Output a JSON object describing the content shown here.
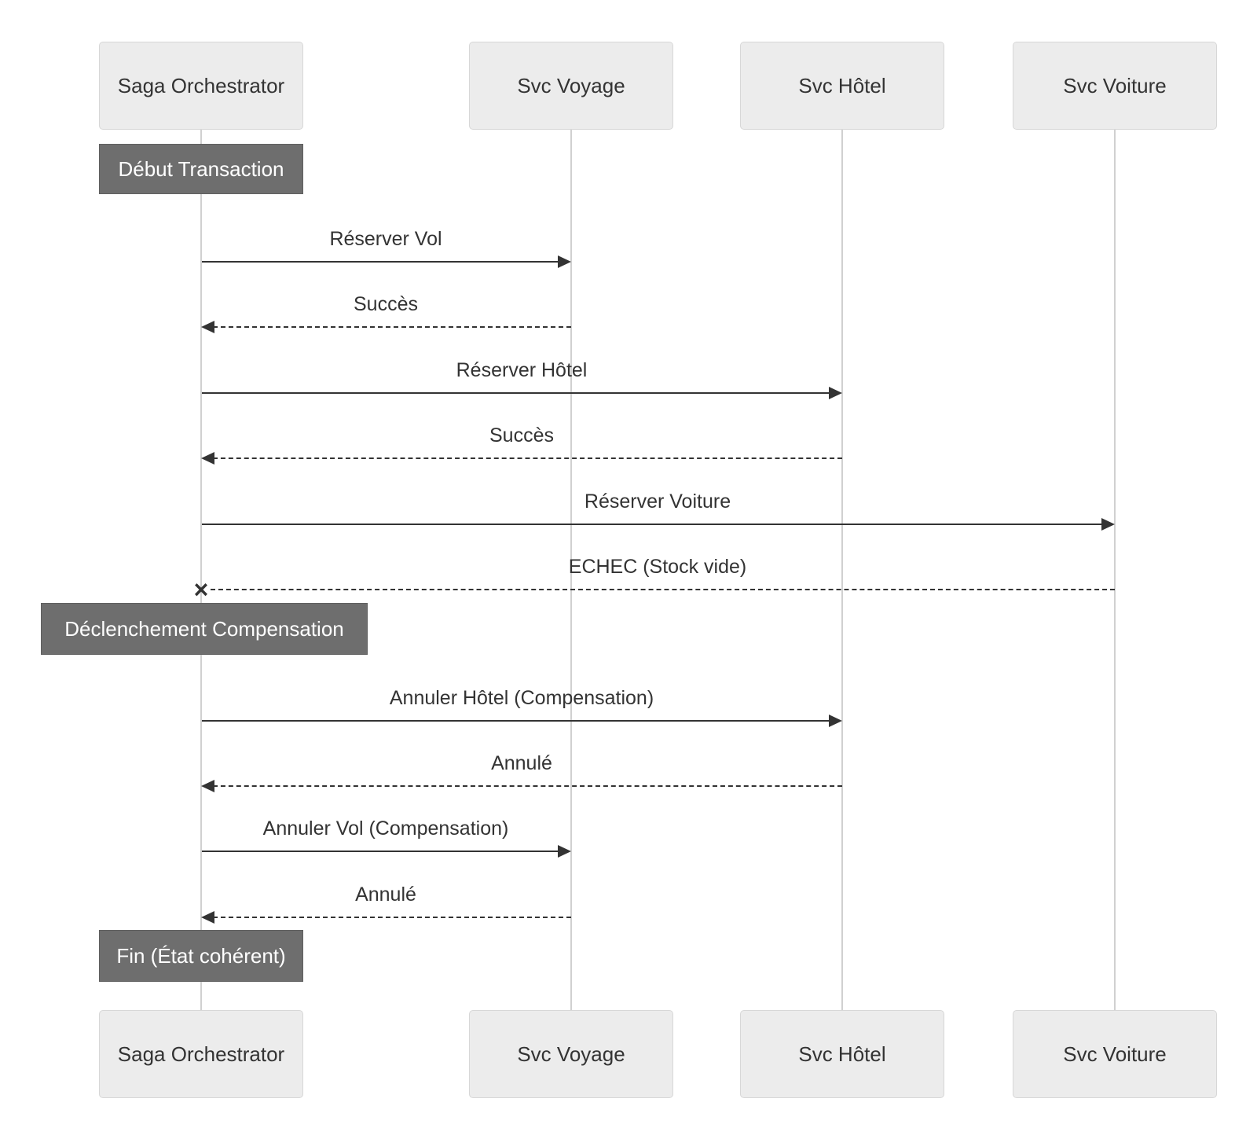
{
  "diagram": {
    "kind": "sequence-diagram",
    "participants": [
      {
        "label": "Saga Orchestrator"
      },
      {
        "label": "Svc Voyage"
      },
      {
        "label": "Svc Hôtel"
      },
      {
        "label": "Svc Voiture"
      }
    ],
    "notes": [
      {
        "over": "Saga Orchestrator",
        "text": "Début Transaction"
      },
      {
        "over": "Saga Orchestrator",
        "text": "Déclenchement Compensation"
      },
      {
        "over": "Saga Orchestrator",
        "text": "Fin (État cohérent)"
      }
    ],
    "messages": [
      {
        "from": "Saga Orchestrator",
        "to": "Svc Voyage",
        "label": "Réserver Vol",
        "line": "solid",
        "end": "arrow"
      },
      {
        "from": "Svc Voyage",
        "to": "Saga Orchestrator",
        "label": "Succès",
        "line": "dashed",
        "end": "arrow"
      },
      {
        "from": "Saga Orchestrator",
        "to": "Svc Hôtel",
        "label": "Réserver Hôtel",
        "line": "solid",
        "end": "arrow"
      },
      {
        "from": "Svc Hôtel",
        "to": "Saga Orchestrator",
        "label": "Succès",
        "line": "dashed",
        "end": "arrow"
      },
      {
        "from": "Saga Orchestrator",
        "to": "Svc Voiture",
        "label": "Réserver Voiture",
        "line": "solid",
        "end": "arrow"
      },
      {
        "from": "Svc Voiture",
        "to": "Saga Orchestrator",
        "label": "ECHEC (Stock vide)",
        "line": "dashed",
        "end": "cross"
      },
      {
        "from": "Saga Orchestrator",
        "to": "Svc Hôtel",
        "label": "Annuler Hôtel (Compensation)",
        "line": "solid",
        "end": "arrow"
      },
      {
        "from": "Svc Hôtel",
        "to": "Saga Orchestrator",
        "label": "Annulé",
        "line": "dashed",
        "end": "arrow"
      },
      {
        "from": "Saga Orchestrator",
        "to": "Svc Voyage",
        "label": "Annuler Vol (Compensation)",
        "line": "solid",
        "end": "arrow"
      },
      {
        "from": "Svc Voyage",
        "to": "Saga Orchestrator",
        "label": "Annulé",
        "line": "dashed",
        "end": "arrow"
      }
    ],
    "cross_glyph": "×",
    "colors": {
      "background": "#ffffff",
      "participant_fill": "#ececec",
      "participant_border": "#d7d7d7",
      "note_fill": "#6e6e6e",
      "note_text": "#ffffff",
      "lifeline": "#d0d0d0",
      "message": "#333333"
    }
  }
}
